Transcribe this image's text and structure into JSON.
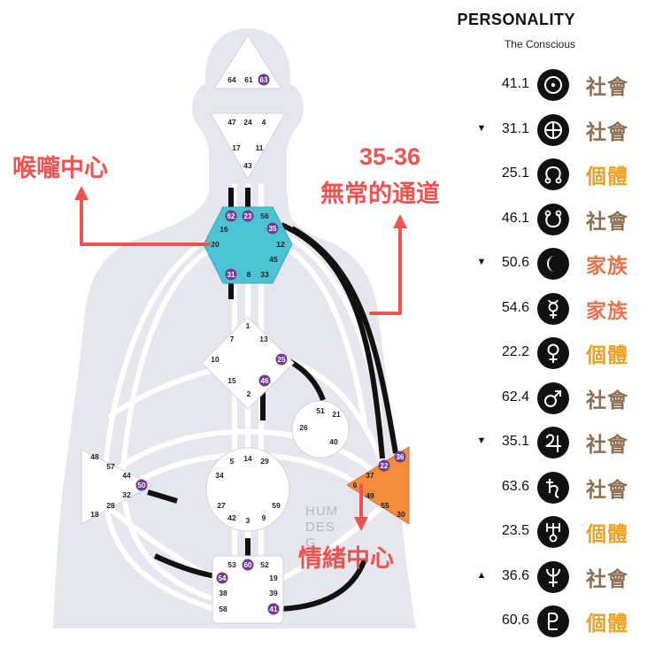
{
  "personality": {
    "title": "PERSONALITY",
    "subtitle": "The Conscious",
    "rows": [
      {
        "arrow": "",
        "gate": "41.1",
        "planet_icon": "sun-icon",
        "label": "社會",
        "label_color": "#8d6e50"
      },
      {
        "arrow": "▼",
        "gate": "31.1",
        "planet_icon": "earth-icon",
        "label": "社會",
        "label_color": "#8d6e50"
      },
      {
        "arrow": "",
        "gate": "25.1",
        "planet_icon": "north-node-icon",
        "label": "個體",
        "label_color": "#f0a020"
      },
      {
        "arrow": "",
        "gate": "46.1",
        "planet_icon": "south-node-icon",
        "label": "社會",
        "label_color": "#8d6e50"
      },
      {
        "arrow": "▼",
        "gate": "50.6",
        "planet_icon": "moon-icon",
        "label": "家族",
        "label_color": "#e8734a"
      },
      {
        "arrow": "",
        "gate": "54.6",
        "planet_icon": "mercury-icon",
        "label": "家族",
        "label_color": "#e8734a"
      },
      {
        "arrow": "",
        "gate": "22.2",
        "planet_icon": "venus-icon",
        "label": "個體",
        "label_color": "#f0a020"
      },
      {
        "arrow": "",
        "gate": "62.4",
        "planet_icon": "mars-icon",
        "label": "社會",
        "label_color": "#8d6e50"
      },
      {
        "arrow": "▼",
        "gate": "35.1",
        "planet_icon": "jupiter-icon",
        "label": "社會",
        "label_color": "#8d6e50"
      },
      {
        "arrow": "",
        "gate": "63.6",
        "planet_icon": "saturn-icon",
        "label": "社會",
        "label_color": "#8d6e50"
      },
      {
        "arrow": "",
        "gate": "23.5",
        "planet_icon": "uranus-icon",
        "label": "個體",
        "label_color": "#f0a020"
      },
      {
        "arrow": "▲",
        "gate": "36.6",
        "planet_icon": "neptune-icon",
        "label": "社會",
        "label_color": "#8d6e50"
      },
      {
        "arrow": "",
        "gate": "60.6",
        "planet_icon": "pluto-icon",
        "label": "個體",
        "label_color": "#f0a020"
      }
    ]
  },
  "annotations": {
    "throat": "喉嚨中心",
    "channel_name": "35-36",
    "channel_desc": "無常的通道",
    "solar_plexus": "情緒中心"
  },
  "watermark": [
    "HUM",
    "DES",
    "G"
  ],
  "centers": {
    "head": {
      "gates": [
        "64",
        "61",
        "63"
      ],
      "active": [
        "63"
      ]
    },
    "ajna": {
      "gates": [
        "47",
        "24",
        "4",
        "17",
        "11",
        "43"
      ],
      "active": []
    },
    "throat": {
      "gates": [
        "62",
        "23",
        "56",
        "16",
        "35",
        "20",
        "12",
        "45",
        "31",
        "8",
        "33"
      ],
      "active": [
        "62",
        "23",
        "35",
        "31"
      ],
      "fill": "#4cc3d3"
    },
    "g": {
      "gates": [
        "1",
        "7",
        "13",
        "10",
        "25",
        "15",
        "46",
        "2"
      ],
      "active": [
        "25",
        "46"
      ]
    },
    "ego": {
      "gates": [
        "51",
        "21",
        "26",
        "40"
      ],
      "active": []
    },
    "spleen": {
      "gates": [
        "48",
        "57",
        "44",
        "50",
        "32",
        "28",
        "18"
      ],
      "active": [
        "50"
      ]
    },
    "sacral": {
      "gates": [
        "5",
        "14",
        "29",
        "34",
        "27",
        "59",
        "42",
        "3",
        "9"
      ],
      "active": []
    },
    "solar_plexus": {
      "gates": [
        "36",
        "22",
        "37",
        "6",
        "49",
        "55",
        "30"
      ],
      "active": [
        "36",
        "22"
      ],
      "fill": "#f28c3a"
    },
    "root": {
      "gates": [
        "53",
        "60",
        "52",
        "54",
        "19",
        "38",
        "39",
        "58",
        "41"
      ],
      "active": [
        "60",
        "54",
        "41"
      ]
    }
  },
  "colors": {
    "silhouette": "#e6e7ee",
    "active_gate": "#6f3c96",
    "channel_black": "#111111",
    "callout_red": "#ef5350"
  }
}
